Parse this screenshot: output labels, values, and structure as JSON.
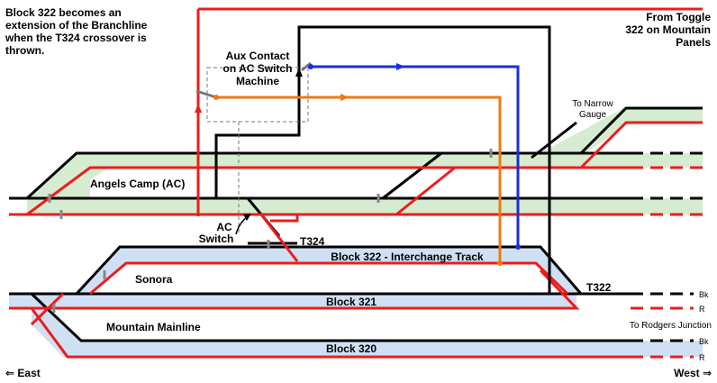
{
  "note": {
    "line1": "Block 322 becomes an",
    "line2": "extension of the Branchline",
    "line3": "when the T324 crossover is",
    "line4": "thrown."
  },
  "toggle": {
    "line1": "From Toggle",
    "line2": "322 on Mountain",
    "line3": "Panels"
  },
  "aux_contact": {
    "line1": "Aux Contact",
    "line2": "on AC Switch",
    "line3": "Machine"
  },
  "narrow_gauge": {
    "line1": "To Narrow",
    "line2": "Gauge"
  },
  "angels_camp": "Angels Camp (AC)",
  "ac_switch": {
    "line1": "AC",
    "line2": "Switch"
  },
  "t324": "T324",
  "block322": "Block 322 - Interchange Track",
  "sonora": "Sonora",
  "t322": "T322",
  "block321": "Block 321",
  "mountain_mainline": "Mountain Mainline",
  "block320": "Block 320",
  "rodgers": "To Rodgers Junction",
  "bk1": "Bk",
  "r1": "R",
  "bk2": "Bk",
  "r2": "R",
  "east": "⇐ East",
  "west": "West ⇒",
  "colors": {
    "rail_black": "#000000",
    "rail_red": "#ee1c1c",
    "wire_blue": "#1a2ee0",
    "wire_orange": "#f07a10",
    "fill_green": "#d6ecd0",
    "fill_blue": "#cfe0f5"
  }
}
